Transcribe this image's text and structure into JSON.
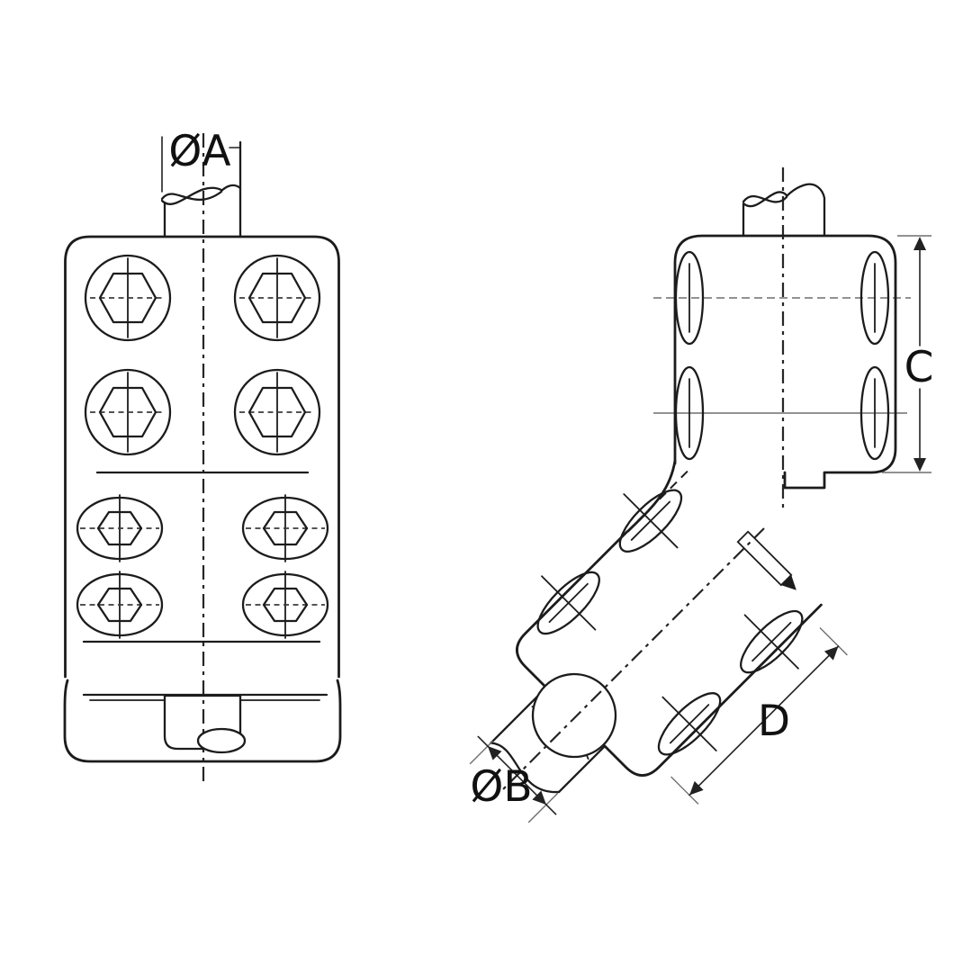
{
  "drawing": {
    "kind": "technical-drawing",
    "description": "Two orthographic views of a bolted multi-tap cable connector: front view with eight bolt heads and a 45-degree elbow side view, annotated with dimension letters",
    "colors": {
      "background": "#ffffff",
      "line": "#1c1c1c",
      "thin": "#6f6f6f",
      "dim": "#222222",
      "text": "#111111"
    },
    "labels": {
      "a": "ØA",
      "b": "ØB",
      "c": "C",
      "d": "D"
    },
    "views": {
      "front": "front view — rectangular body, 4 large hex bolts, 4 small hex bolts, cable entry at top, hatched section at base",
      "side": "side view — vertical block with bolt recesses, 45-degree angled lower arm, hatched cable cross-section"
    }
  }
}
